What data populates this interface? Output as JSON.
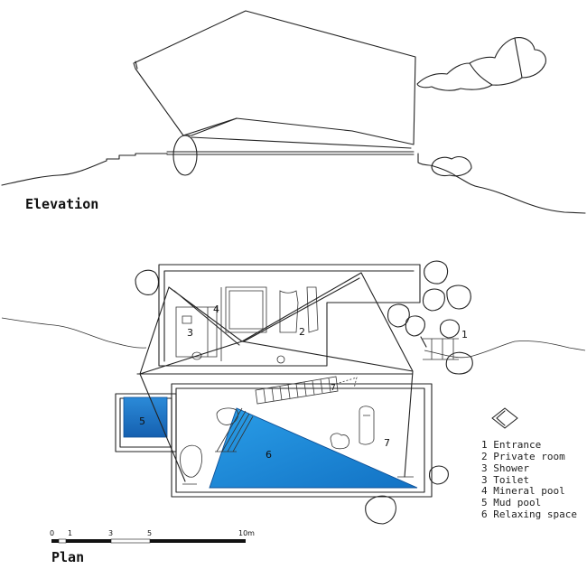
{
  "titles": {
    "elevation": "Elevation",
    "plan": "Plan"
  },
  "room_numbers": {
    "entrance": "1",
    "private_room": "2",
    "shower": "3",
    "mineral_pool": "4",
    "mud_pool": "5",
    "relaxing_space": "6",
    "extra": "7",
    "extra_small": "7"
  },
  "legend": [
    "1 Entrance",
    "2 Private room",
    "3 Shower",
    "3 Toilet",
    "4 Mineral pool",
    "5 Mud pool",
    "6 Relaxing space"
  ],
  "scale_bar": {
    "labels": [
      "0",
      "1",
      "3",
      "5",
      "10m"
    ]
  },
  "colors": {
    "ink": "#222222",
    "mineral_pool": "#1e88d6",
    "mud_pool": "#1a6fc0",
    "background": "#ffffff"
  }
}
